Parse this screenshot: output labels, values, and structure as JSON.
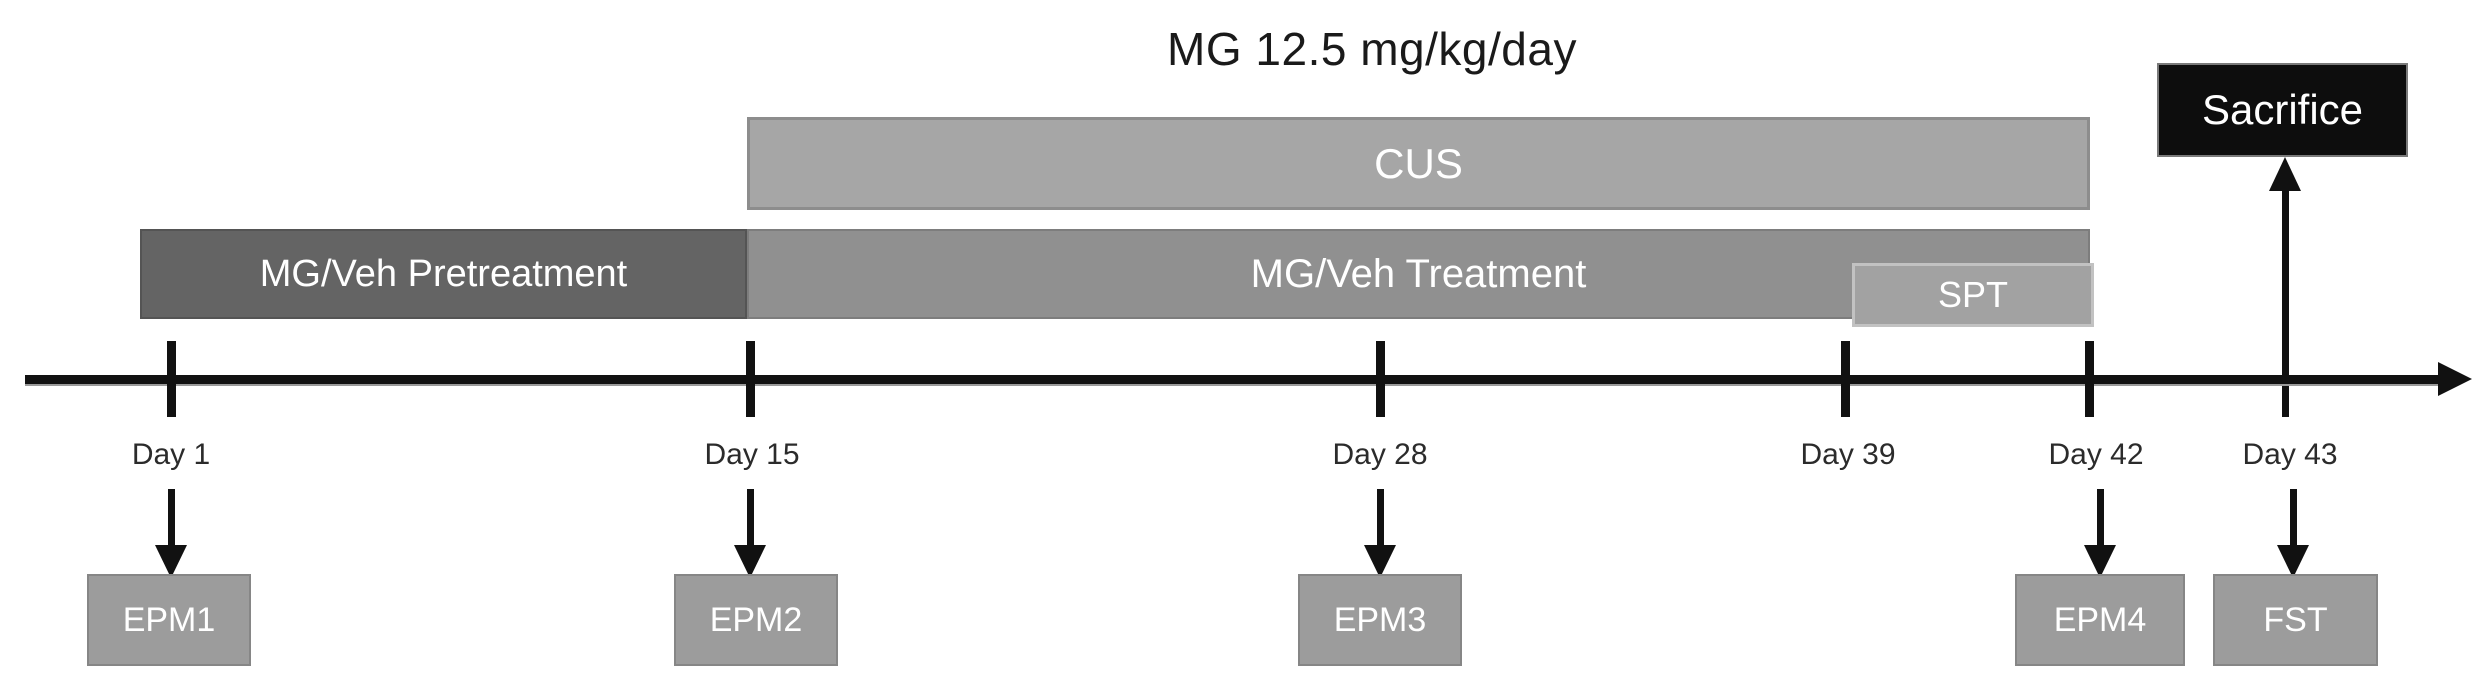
{
  "title": "MG 12.5 mg/kg/day",
  "bars": {
    "cus": {
      "label": "CUS",
      "color": "#a6a6a6"
    },
    "pretreatment": {
      "label": "MG/Veh Pretreatment",
      "color": "#646464"
    },
    "treatment": {
      "label": "MG/Veh Treatment",
      "color": "#909090"
    },
    "spt": {
      "label": "SPT",
      "color": "#a2a2a2"
    }
  },
  "sacrifice": {
    "label": "Sacrifice",
    "color": "#0d0d0d"
  },
  "timeline": {
    "days": [
      {
        "label": "Day 1",
        "event": "EPM1"
      },
      {
        "label": "Day 15",
        "event": "EPM2"
      },
      {
        "label": "Day 28",
        "event": "EPM3"
      },
      {
        "label": "Day 39",
        "event": ""
      },
      {
        "label": "Day 42",
        "event": "EPM4"
      },
      {
        "label": "Day 43",
        "event": "FST"
      }
    ]
  }
}
